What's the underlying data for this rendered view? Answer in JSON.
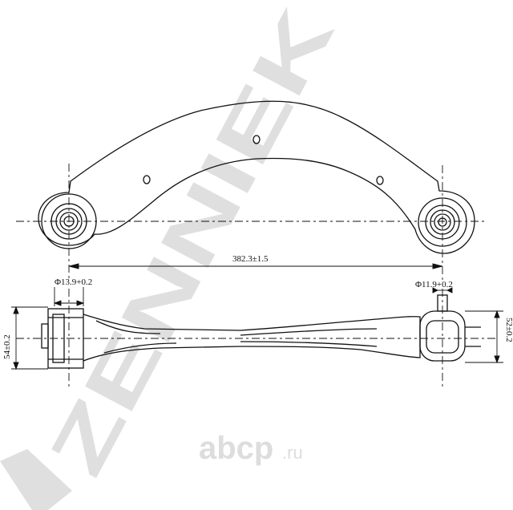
{
  "drawing": {
    "length_dim": "382.3±1.5",
    "left_bore_dim": "Φ13.9+0.2",
    "right_bore_dim": "Φ11.9+0.2",
    "left_width_dim": "54±0.2",
    "right_width_dim": "52±0.2"
  },
  "watermark": {
    "brand_text": "ZENNIEK",
    "site_text": "abcp",
    "site_suffix": ".ru"
  }
}
